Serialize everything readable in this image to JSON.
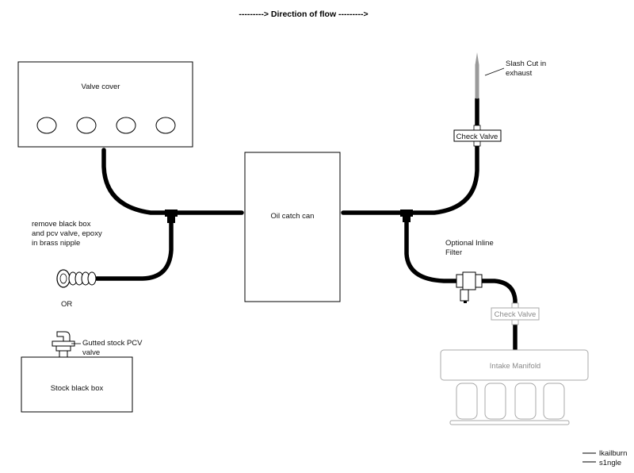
{
  "header": {
    "flow_label": "---------> Direction of flow --------->"
  },
  "components": {
    "valve_cover": "Valve cover",
    "oil_catch_can": "Oil catch can",
    "slash_cut_line1": "Slash Cut in",
    "slash_cut_line2": "exhaust",
    "check_valve_top": "Check Valve",
    "filter_line1": "Optional Inline",
    "filter_line2": "Filter",
    "check_valve_bottom": "Check Valve",
    "intake_manifold": "Intake Manifold",
    "remove_line1": "remove black box",
    "remove_line2": "and pcv valve, epoxy",
    "remove_line3": "in brass nipple",
    "or_label": "OR",
    "gutted_line1": "Gutted stock PCV",
    "gutted_line2": "valve",
    "stock_black_box": "Stock black box"
  },
  "credits": {
    "line1": "lkailburn",
    "line2": "s1ngle"
  },
  "colors": {
    "hose": "#000000",
    "grey_component": "#9a9a9a",
    "background": "#ffffff"
  }
}
